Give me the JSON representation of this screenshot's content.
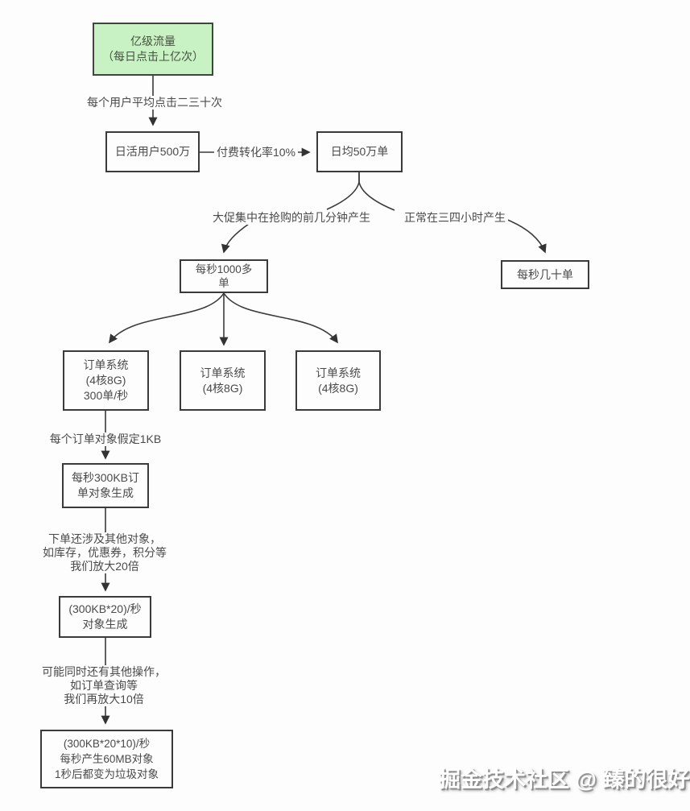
{
  "colors": {
    "background": "#fdfdfd",
    "line": "#3a3a3a",
    "box_border": "#3a3a3a",
    "box_text": "#4a4a4a",
    "green_fill": "#c9f2c4",
    "green_border": "#3d473d",
    "green_text": "#44523f",
    "watermark_fill": "#ffffff",
    "watermark_shadow": "#8b8b8b"
  },
  "nodes": {
    "traffic": {
      "lines": [
        "亿级流量",
        "（每日点击上亿次）"
      ]
    },
    "dau": {
      "lines": [
        "日活用户500万"
      ]
    },
    "daily_orders": {
      "lines": [
        "日均50万单"
      ]
    },
    "peak_rate": {
      "lines": [
        "每秒1000多",
        "单"
      ]
    },
    "normal_rate": {
      "lines": [
        "每秒几十单"
      ]
    },
    "order_sys_1": {
      "lines": [
        "订单系统",
        "(4核8G)",
        "300单/秒"
      ]
    },
    "order_sys_2": {
      "lines": [
        "订单系统",
        "(4核8G)"
      ]
    },
    "order_sys_3": {
      "lines": [
        "订单系统",
        "(4核8G)"
      ]
    },
    "obj_300kb": {
      "lines": [
        "每秒300KB订",
        "单对象生成"
      ]
    },
    "obj_x20": {
      "lines": [
        "(300KB*20)/秒",
        "对象生成"
      ]
    },
    "obj_final": {
      "lines": [
        "(300KB*20*10)/秒",
        "每秒产生60MB对象",
        "1秒后都变为垃圾对象"
      ]
    }
  },
  "edge_labels": {
    "avg_clicks": {
      "lines": [
        "每个用户平均点击二三十次"
      ]
    },
    "conversion": {
      "lines": [
        "付费转化率10%"
      ]
    },
    "promo_burst": {
      "lines": [
        "大促集中在抢购的前几分钟产生"
      ]
    },
    "normal_spread": {
      "lines": [
        "正常在三四小时产生"
      ]
    },
    "order_obj_size": {
      "lines": [
        "每个订单对象假定1KB"
      ]
    },
    "scale_20x": {
      "lines": [
        "下单还涉及其他对象，",
        "如库存，优惠券，积分等",
        "我们放大20倍"
      ]
    },
    "scale_10x": {
      "lines": [
        "可能同时还有其他操作，",
        "如订单查询等",
        "我们再放大10倍"
      ]
    }
  },
  "watermark": {
    "text": "掘金技术社区 @ 臻的很好"
  }
}
